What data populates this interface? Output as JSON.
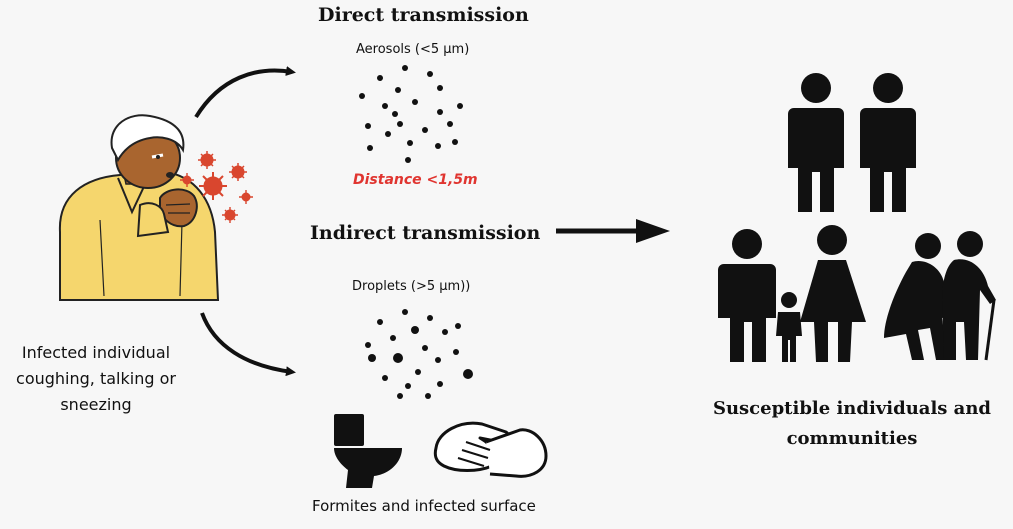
{
  "diagram": {
    "title_direct": "Direct transmission",
    "aerosols_label": "Aerosols (<5 μm)",
    "distance_label": "Distance <1,5m",
    "title_indirect": "Indirect transmission",
    "droplets_label": "Droplets (>5 μm))",
    "fomites_label": "Formites and infected surface",
    "infected_label": "Infected individual coughing, talking or sneezing",
    "susceptible_label": "Susceptible individuals and communities"
  },
  "colors": {
    "background": "#f7f7f7",
    "ink": "#111111",
    "distance_red": "#e03530",
    "shirt_yellow": "#f5d66d",
    "skin_brown": "#a9652f",
    "virus_red": "#d9462e"
  },
  "icons": [
    "curved-arrow-icon",
    "arrow-right-icon",
    "virus-icon",
    "toilet-icon",
    "handshake-icon",
    "person-icon",
    "child-icon",
    "woman-icon",
    "elderly-couple-icon"
  ]
}
